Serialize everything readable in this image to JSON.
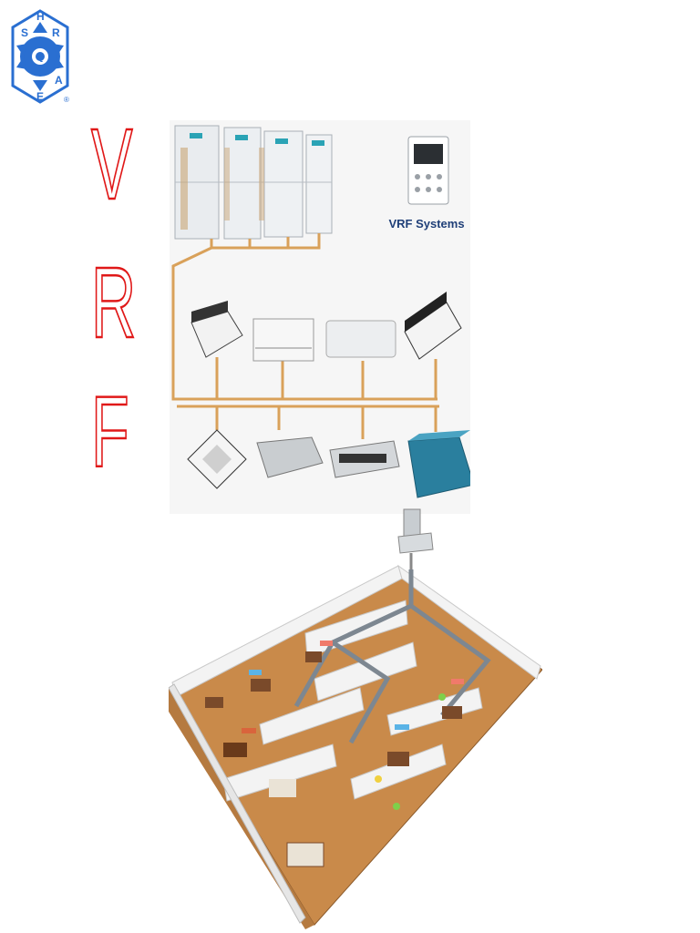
{
  "logo": {
    "letters": [
      "S",
      "H",
      "R",
      "A",
      "E"
    ],
    "center_mark": "Q",
    "registered": "®",
    "color": "#2a6fd1"
  },
  "title_letters": [
    "V",
    "R",
    "F"
  ],
  "title_color": "#e01818",
  "diagram": {
    "caption": "VRF Systems",
    "pipe_color": "#d9a15a"
  }
}
